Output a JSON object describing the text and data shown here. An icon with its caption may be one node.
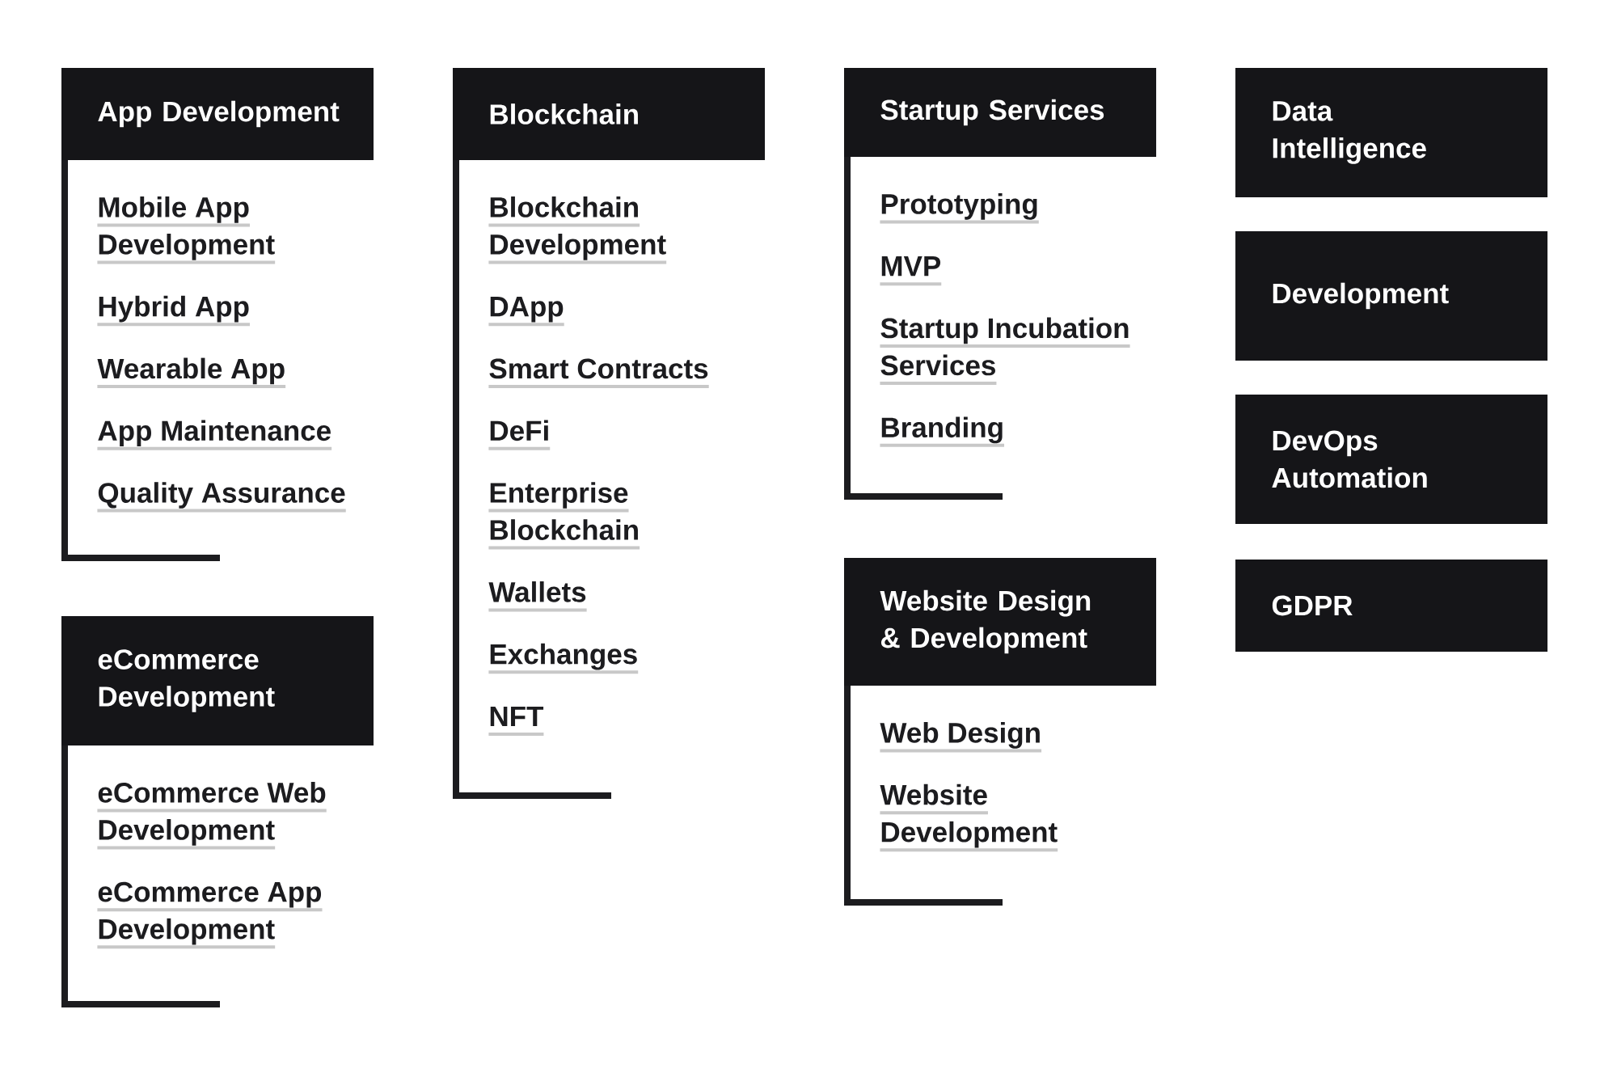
{
  "diagram": {
    "nodes": [
      {
        "text": [
          "App Development",
          "Mobile App Development",
          "Hybrid App",
          "Wearable App",
          "App Maintenance",
          "Quality Assurance"
        ]
      },
      {
        "text": [
          "eCommerce Development",
          "eCommerce Web Development",
          "eCommerce App Development"
        ]
      },
      {
        "text": [
          "Blockchain",
          "Blockchain Development",
          "DApp",
          "Smart Contracts",
          "DeFi",
          "Enterprise Blockchain",
          "Wallets",
          "Exchanges",
          "NFT"
        ]
      },
      {
        "text": [
          "Startup Services",
          "Prototyping",
          "MVP",
          "Startup Incubation Services",
          "Branding"
        ]
      },
      {
        "text": [
          "Website Design & Development",
          "Web Design",
          "Website Development"
        ]
      },
      {
        "text": [
          "Data Intelligence"
        ]
      },
      {
        "text": [
          "Development"
        ]
      },
      {
        "text": [
          "DevOps Automation"
        ]
      },
      {
        "text": [
          "GDPR"
        ]
      }
    ]
  }
}
